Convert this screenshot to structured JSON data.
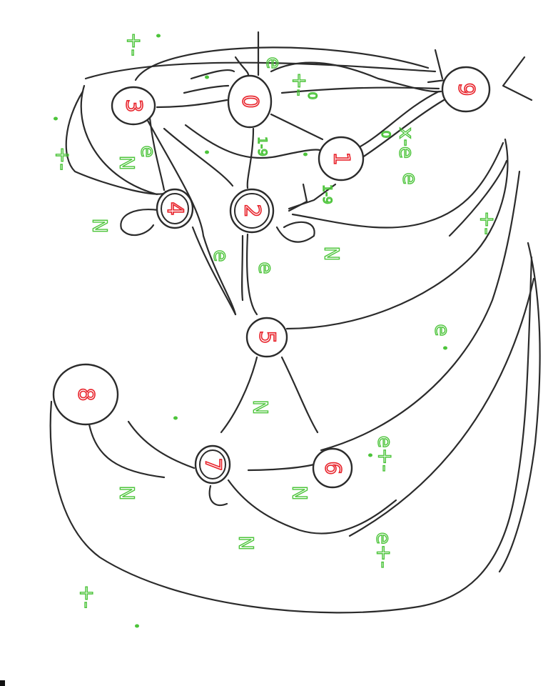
{
  "diagram": {
    "nodes": [
      {
        "id": "n0",
        "label": "0",
        "double": false
      },
      {
        "id": "n1",
        "label": "1",
        "double": false
      },
      {
        "id": "n2",
        "label": "2",
        "double": true
      },
      {
        "id": "n3",
        "label": "3",
        "double": false
      },
      {
        "id": "n4",
        "label": "4",
        "double": true
      },
      {
        "id": "n5",
        "label": "5",
        "double": false
      },
      {
        "id": "n6",
        "label": "6",
        "double": false
      },
      {
        "id": "n7",
        "label": "7",
        "double": true
      },
      {
        "id": "n8",
        "label": "8",
        "double": false
      },
      {
        "id": "n9",
        "label": "9",
        "double": false
      }
    ],
    "edge_labels": [
      {
        "id": "l1",
        "text": "+-",
        "size": "normal",
        "rot": 90
      },
      {
        "id": "l2",
        "text": "e",
        "size": "normal",
        "rot": 90
      },
      {
        "id": "l3",
        "text": "+-",
        "size": "normal",
        "rot": 90
      },
      {
        "id": "l4",
        "text": "0",
        "size": "small",
        "rot": 90
      },
      {
        "id": "l5",
        "text": "1-9",
        "size": "small",
        "rot": 90
      },
      {
        "id": "l6",
        "text": "0",
        "size": "small",
        "rot": 90
      },
      {
        "id": "l7",
        "text": "1-9",
        "size": "small",
        "rot": 90
      },
      {
        "id": "l8",
        "text": "x-e",
        "size": "normal",
        "rot": 90
      },
      {
        "id": "l9",
        "text": "e",
        "size": "normal",
        "rot": 90
      },
      {
        "id": "l10",
        "text": "N",
        "size": "normal",
        "rot": 90
      },
      {
        "id": "l11",
        "text": "N",
        "size": "normal",
        "rot": 90
      },
      {
        "id": "l12",
        "text": "N",
        "size": "normal",
        "rot": 90
      },
      {
        "id": "l13",
        "text": "e",
        "size": "normal",
        "rot": 90
      },
      {
        "id": "l14",
        "text": "e",
        "size": "normal",
        "rot": 90
      },
      {
        "id": "l15",
        "text": "+-",
        "size": "normal",
        "rot": 90
      },
      {
        "id": "l16",
        "text": "e",
        "size": "normal",
        "rot": 90
      },
      {
        "id": "l17",
        "text": "+-",
        "size": "normal",
        "rot": 90
      },
      {
        "id": "l18",
        "text": "N",
        "size": "normal",
        "rot": 90
      },
      {
        "id": "l19",
        "text": "N",
        "size": "normal",
        "rot": 90
      },
      {
        "id": "l20",
        "text": "e+-",
        "size": "normal",
        "rot": 90
      },
      {
        "id": "l21",
        "text": "e+-",
        "size": "normal",
        "rot": 90
      },
      {
        "id": "l22",
        "text": "N",
        "size": "normal",
        "rot": 90
      },
      {
        "id": "l23",
        "text": "N",
        "size": "normal",
        "rot": 90
      },
      {
        "id": "l24",
        "text": "+-",
        "size": "normal",
        "rot": 90
      },
      {
        "id": "l25",
        "text": "e",
        "size": "normal",
        "rot": 90
      }
    ]
  }
}
